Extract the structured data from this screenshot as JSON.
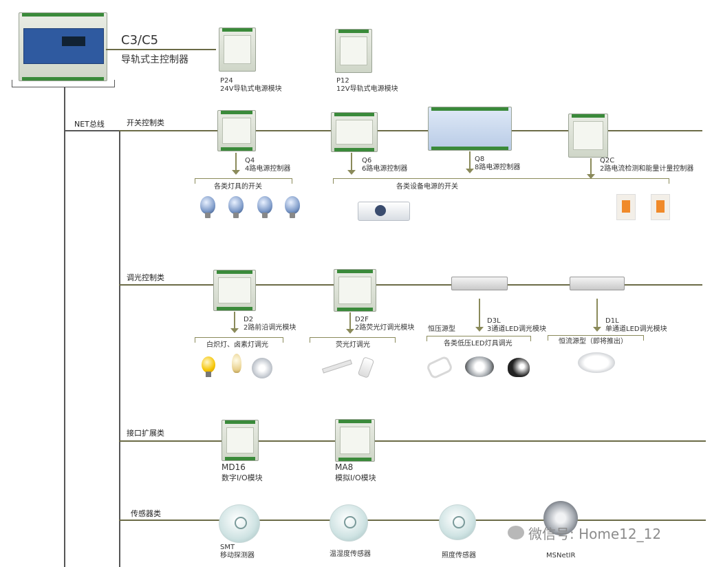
{
  "main_controller": {
    "model": "C3/C5",
    "name": "导轨式主控制器"
  },
  "power_modules": [
    {
      "model": "P24",
      "name": "24V导轨式电源模块"
    },
    {
      "model": "P12",
      "name": "12V导轨式电源模块"
    }
  ],
  "bus_label": "NET总线",
  "categories": {
    "switch": "开关控制类",
    "dimming": "调光控制类",
    "interface": "接口扩展类",
    "sensor": "传感器类"
  },
  "switch_modules": [
    {
      "model": "Q4",
      "name": "4路电源控制器"
    },
    {
      "model": "Q6",
      "name": "6路电源控制器"
    },
    {
      "model": "Q8",
      "name": "8路电源控制器"
    },
    {
      "model": "Q2C",
      "name": "2路电流检测和能量计量控制器"
    }
  ],
  "switch_groups": [
    "各类灯具的开关",
    "各类设备电源的开关"
  ],
  "dimming_modules": [
    {
      "model": "D2",
      "name": "2路前沿调光模块"
    },
    {
      "model": "D2F",
      "name": "2路荧光灯调光模块"
    },
    {
      "model": "D3L",
      "name": "3通道LED调光模块"
    },
    {
      "model": "D1L",
      "name": "单通道LED调光模块"
    }
  ],
  "dimming_groups": [
    "白炽灯、卤素灯调光",
    "荧光灯调光",
    "恒压源型",
    "各类低压LED灯具调光",
    "恒流源型（即将推出）"
  ],
  "interface_modules": [
    {
      "model": "MD16",
      "name": "数字I/O模块"
    },
    {
      "model": "MA8",
      "name": "模拟I/O模块"
    }
  ],
  "sensors": [
    "SMT\n移动探测器",
    "温湿度传感器",
    "照度传感器",
    "MSNetIR"
  ],
  "sensor_smt_model": "SMT",
  "sensor_smt_name": "移动探测器",
  "watermark": "微信号: Home12_12",
  "colors": {
    "line": "#6b6b46",
    "module_terminal": "#3a8a3a",
    "bracket": "#8a8a5a"
  }
}
